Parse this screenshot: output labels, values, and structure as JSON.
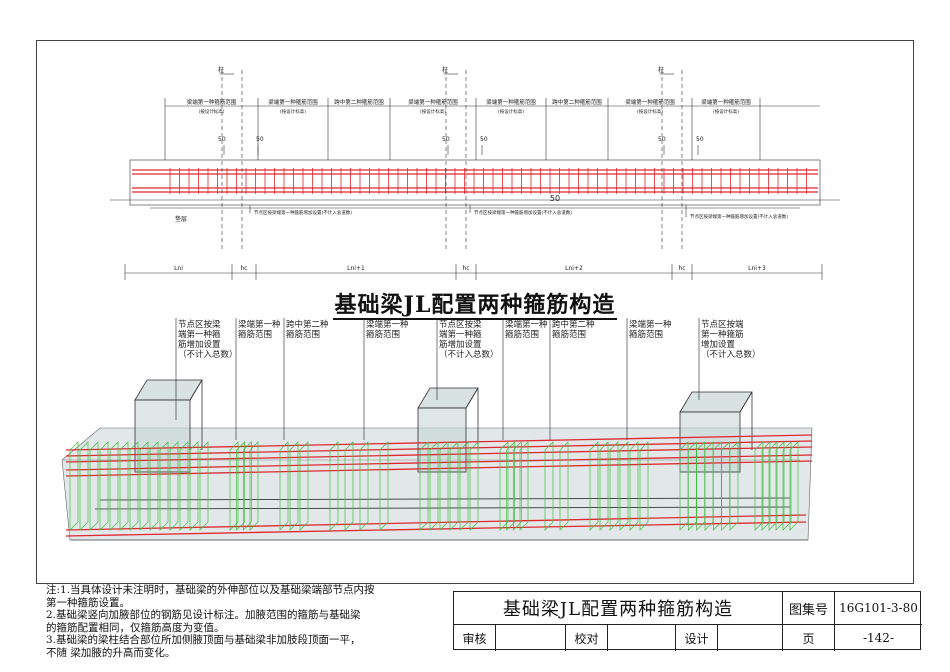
{
  "top_section": {
    "column_labels": [
      "柱",
      "柱",
      "柱"
    ],
    "range_labels": [
      "梁端第一种箍筋范围",
      "梁端第一种箍筋范围",
      "跨中第二种箍筋范围",
      "梁端第一种箍筋范围",
      "梁端第一种箍筋范围",
      "跨中第二种箍筋范围",
      "梁端第一种箍筋范围",
      "梁端第一种箍筋范围"
    ],
    "range_sublabels": [
      "(按设计标高)",
      "(按设计标高)",
      "(按设计标高)",
      "(按设计标高)",
      "(按设计标高)",
      "(按设计标高)"
    ],
    "dim_50": "50",
    "node_notes": [
      "节点区按梁端第一种箍筋增加设置(不计入总道数)",
      "节点区按梁端第一种箍筋增加设置(不计入总道数)",
      "节点区按梁端第一种箍筋增加设置(不计入总道数)"
    ],
    "pad_label": "垫层",
    "bottom_dims": [
      "Lni",
      "hc",
      "Lni+1",
      "hc",
      "Lni+2",
      "hc",
      "Lni+3"
    ]
  },
  "diagram_title": "基础梁JL配置两种箍筋构造",
  "callouts": [
    [
      "节点区按梁",
      "端第一种箍",
      "筋增加设置",
      "（不计入总数）"
    ],
    [
      "梁端第一种",
      "箍筋范围"
    ],
    [
      "跨中第二种",
      "箍筋范围"
    ],
    [
      "梁端第一种",
      "箍筋范围"
    ],
    [
      "节点区按梁",
      "端第一种箍",
      "筋增加设置",
      "（不计入总数）"
    ],
    [
      "梁端第一种",
      "箍筋范围"
    ],
    [
      "跨中第二种",
      "箍筋范围"
    ],
    [
      "梁端第一种",
      "箍筋范围"
    ],
    [
      "节点区按端",
      "第一种箍筋",
      "增加设置",
      "（不计入总数）"
    ]
  ],
  "notes": [
    "注:1.当具体设计未注明时，基础梁的外伸部位以及基础梁端部节点内按",
    "     第一种箍筋设置。",
    "   2.基础梁竖向加腋部位的钢筋见设计标注。加腋范围的箍筋与基础梁",
    "     的箍筋配置相同，仅箍筋高度为变值。",
    "   3.基础梁的梁柱结合部位所加侧腋顶面与基础梁非加肢段顶面一平，",
    "     不随 梁加腋的升高而变化。"
  ],
  "title_block": {
    "title": "基础梁JL配置两种箍筋构造",
    "atlas_label": "图集号",
    "atlas_no": "16G101-3-80",
    "review": "审核",
    "check": "校对",
    "design": "设计",
    "page_label": "页",
    "page_no": "-142-"
  },
  "colors": {
    "rebar_red": "#e0282e",
    "stirrup_green": "#3fbf3f",
    "concrete": "#c5d2d3",
    "line": "#222222"
  }
}
